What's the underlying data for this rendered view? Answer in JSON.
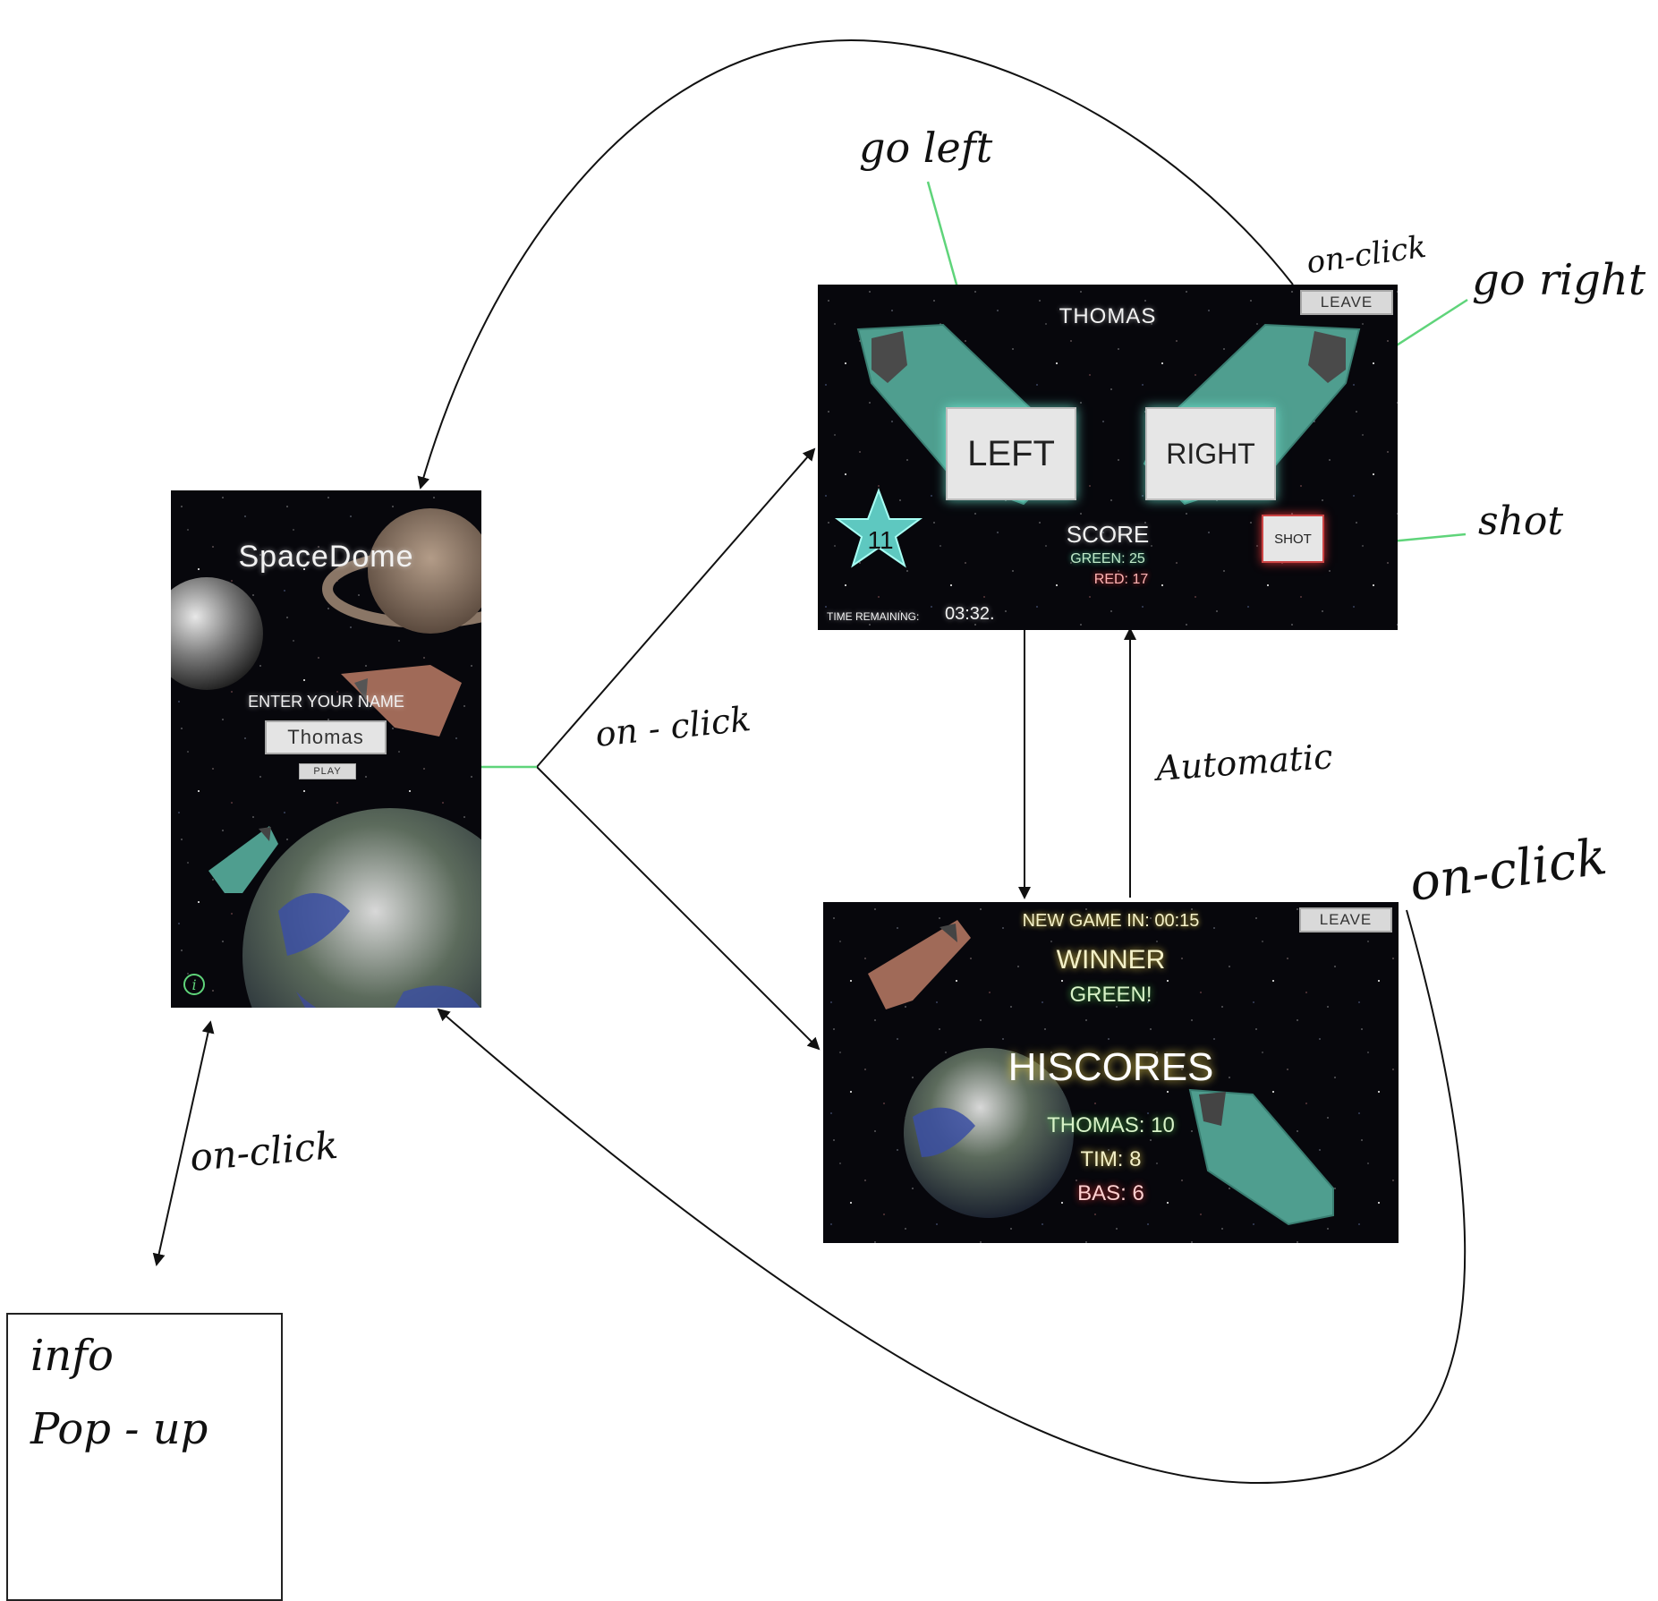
{
  "start_screen": {
    "title": "SpaceDome",
    "prompt": "ENTER YOUR NAME",
    "name_value": "Thomas",
    "play_label": "PLAY",
    "info_icon": "i"
  },
  "game_screen": {
    "player_name": "THOMAS",
    "leave_label": "LEAVE",
    "left_label": "LEFT",
    "right_label": "RIGHT",
    "shot_label": "SHOT",
    "star_value": "11",
    "score_title": "SCORE",
    "score_green": "GREEN: 25",
    "score_red": "RED: 17",
    "time_label": "TIME REMAINING:",
    "time_value": "03:32."
  },
  "score_screen": {
    "countdown": "NEW GAME IN: 00:15",
    "leave_label": "LEAVE",
    "winner_title": "WINNER",
    "winner_team": "GREEN!",
    "hiscores_title": "HISCORES",
    "hiscores": [
      "THOMAS: 10",
      "TIM: 8",
      "BAS: 6"
    ]
  },
  "annotations": {
    "go_left": "go left",
    "go_right": "go right",
    "shot": "shot",
    "on_click_top": "on-click",
    "on_click_center": "on - click",
    "automatic": "Automatic",
    "on_click_right": "on-click",
    "on_click_bottom": "on-click",
    "popup_line1": "info",
    "popup_line2": "Pop - up"
  },
  "colors": {
    "accent_teal": "#5fb9a6",
    "annotation_green": "#5fd47a",
    "score_green": "#bfe9c8",
    "score_red": "#ffb3b3",
    "gold_text": "#f3f0c8"
  }
}
